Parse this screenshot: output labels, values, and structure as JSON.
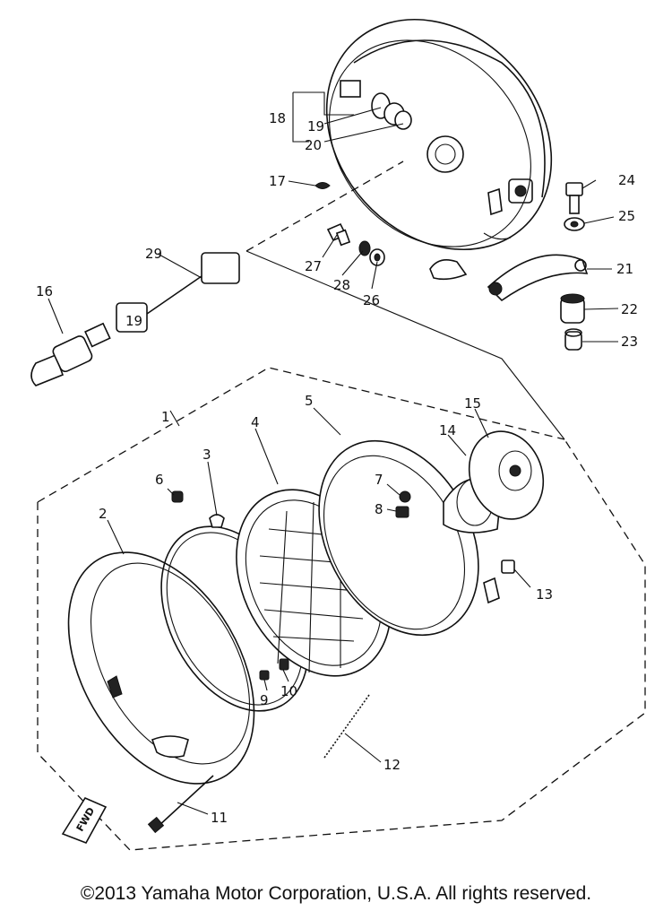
{
  "callouts": {
    "c1": "1",
    "c2": "2",
    "c3": "3",
    "c4": "4",
    "c5": "5",
    "c6": "6",
    "c7": "7",
    "c8": "8",
    "c9": "9",
    "c10": "10",
    "c11": "11",
    "c12": "12",
    "c13": "13",
    "c14": "14",
    "c15": "15",
    "c16": "16",
    "c17": "17",
    "c18": "18",
    "c19": "19",
    "c20": "20",
    "c21": "21",
    "c22": "22",
    "c23": "23",
    "c24": "24",
    "c25": "25",
    "c26": "26",
    "c27": "27",
    "c28": "28",
    "c29": "29"
  },
  "connector_label": "19",
  "fwd_label": "FWD",
  "footer": "©2013 Yamaha Motor Corporation, U.S.A. All rights reserved."
}
